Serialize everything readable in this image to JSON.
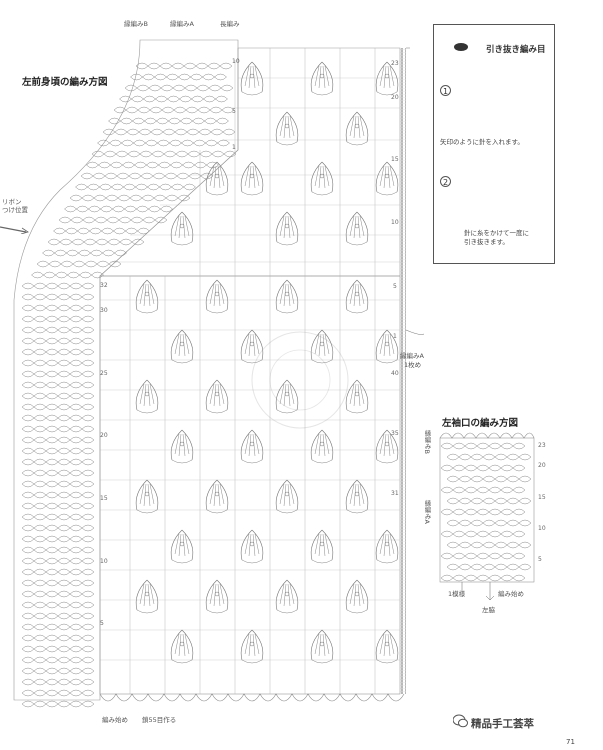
{
  "body_chart": {
    "title": "左前身頃の編み方図",
    "top_labels": [
      "縁編みB",
      "縁編みA",
      "長編み"
    ],
    "ribbon_label": "リボン\nつけ位置",
    "start_label": "編み始め",
    "cast_on_label": "鎖55目作る",
    "edge_a_label": "縁編みA",
    "edge_a_sub": "1枚め",
    "right_row_numbers": [
      "23",
      "20",
      "15",
      "10",
      "5",
      "1"
    ],
    "left_row_numbers": [
      "32",
      "30",
      "25",
      "20",
      "15",
      "10",
      "5"
    ],
    "top_row_numbers": [
      "10",
      "5",
      "1"
    ],
    "lower_row_marks": [
      "40",
      "35",
      "31"
    ]
  },
  "sleeve_chart": {
    "title": "左袖口の編み方図",
    "edge_b_label": "縁編みB",
    "edge_a_label": "縁編みA",
    "bottom_left_label": "1模様",
    "bottom_right_label": "編み始め",
    "bottom_center_label": "左脇",
    "row_marks": [
      "23",
      "20",
      "15",
      "10",
      "5"
    ]
  },
  "legend": {
    "title": "引き抜き編み目",
    "step1_number": "1",
    "step1_note": "矢印のように針を入れます。",
    "step2_number": "2",
    "step2_note": "針に糸をかけて一度に\n引き抜きます。"
  },
  "page_number": "71",
  "watermark_text": "精品手工荟萃"
}
